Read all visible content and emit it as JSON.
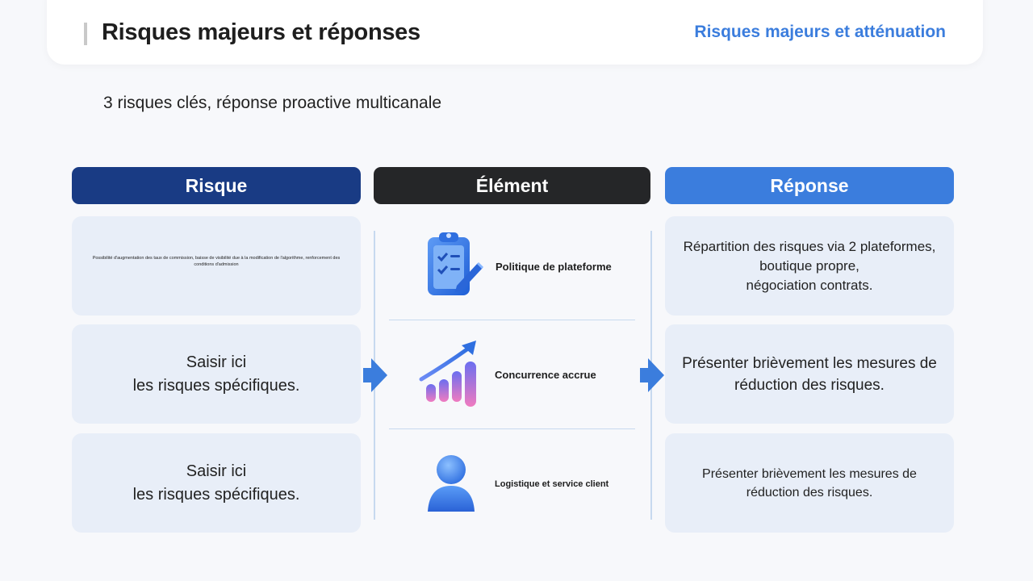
{
  "header": {
    "title": "Risques majeurs et réponses",
    "tag": "Risques majeurs et atténuation"
  },
  "subtitle": "3 risques clés, réponse proactive multicanale",
  "columns": {
    "risk": "Risque",
    "element": "Élément",
    "response": "Réponse"
  },
  "rows": [
    {
      "risk": "Possibilité d'augmentation des taux de commission, baisse de visibilité due à la modification de l'algorithme, renforcement des conditions d'admission",
      "element": "Politique de plateforme",
      "element_icon": "clipboard-icon",
      "response": "Répartition des risques via 2 plateformes,\nboutique propre,\nnégociation contrats."
    },
    {
      "risk": "Saisir ici\nles risques spécifiques.",
      "element": "Concurrence accrue",
      "element_icon": "growth-chart-icon",
      "response": "Présenter brièvement les mesures de\nréduction des risques."
    },
    {
      "risk": "Saisir ici\nles risques spécifiques.",
      "element": "Logistique et service client",
      "element_icon": "user-icon",
      "response": "Présenter brièvement les mesures de\nréduction des risques."
    }
  ],
  "colors": {
    "risk_header": "#193b84",
    "element_header": "#252628",
    "response_header": "#3b7ddd",
    "card_bg": "#e8eef8",
    "accent": "#3b7ddd"
  }
}
